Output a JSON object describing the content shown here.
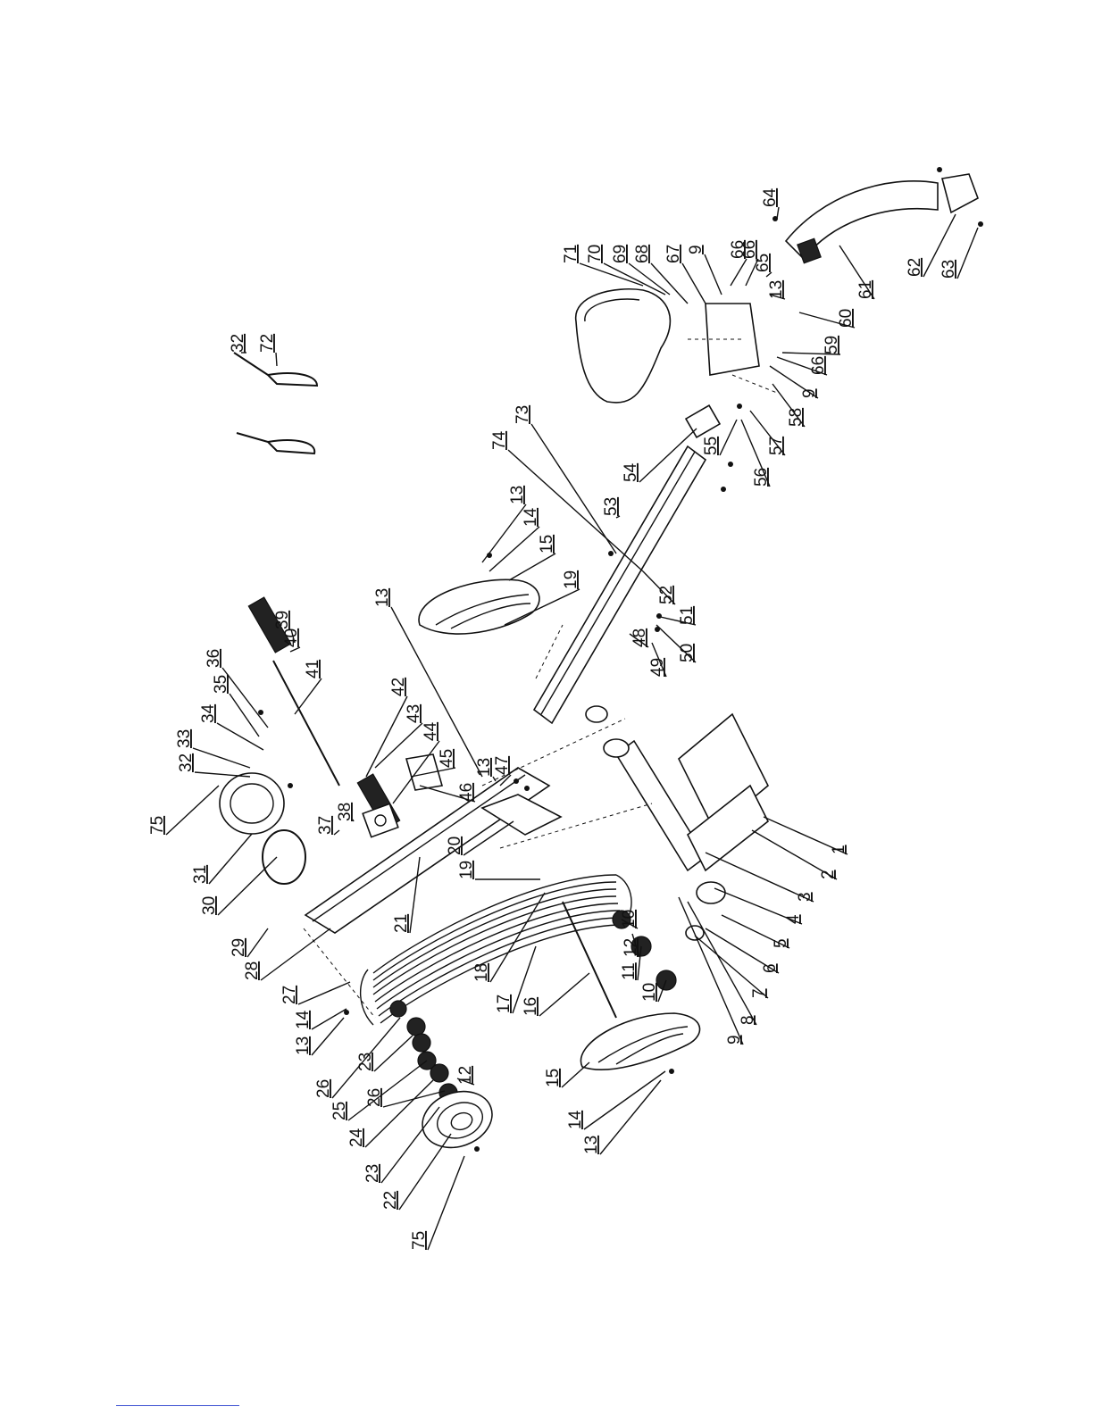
{
  "labels": [
    {
      "id": "p1",
      "text": "1"
    },
    {
      "id": "p2",
      "text": "2"
    },
    {
      "id": "p3",
      "text": "3"
    },
    {
      "id": "p4",
      "text": "4"
    },
    {
      "id": "p5",
      "text": "5"
    },
    {
      "id": "p6",
      "text": "6"
    },
    {
      "id": "p7",
      "text": "7"
    },
    {
      "id": "p8",
      "text": "8"
    },
    {
      "id": "p9a",
      "text": "9"
    },
    {
      "id": "p10a",
      "text": "10"
    },
    {
      "id": "p11",
      "text": "11"
    },
    {
      "id": "p12a",
      "text": "12"
    },
    {
      "id": "p10b",
      "text": "10"
    },
    {
      "id": "p12b",
      "text": "12"
    },
    {
      "id": "p13a",
      "text": "13"
    },
    {
      "id": "p14a",
      "text": "14"
    },
    {
      "id": "p15a",
      "text": "15"
    },
    {
      "id": "p16",
      "text": "16"
    },
    {
      "id": "p17",
      "text": "17"
    },
    {
      "id": "p18",
      "text": "18"
    },
    {
      "id": "p19a",
      "text": "19"
    },
    {
      "id": "p20",
      "text": "20"
    },
    {
      "id": "p21",
      "text": "21"
    },
    {
      "id": "p22",
      "text": "22"
    },
    {
      "id": "p23a",
      "text": "23"
    },
    {
      "id": "p24",
      "text": "24"
    },
    {
      "id": "p26a",
      "text": "26"
    },
    {
      "id": "p25",
      "text": "25"
    },
    {
      "id": "p23b",
      "text": "23"
    },
    {
      "id": "p26b",
      "text": "26"
    },
    {
      "id": "p13b",
      "text": "13"
    },
    {
      "id": "p14b",
      "text": "14"
    },
    {
      "id": "p27",
      "text": "27"
    },
    {
      "id": "p28",
      "text": "28"
    },
    {
      "id": "p29",
      "text": "29"
    },
    {
      "id": "p30",
      "text": "30"
    },
    {
      "id": "p31",
      "text": "31"
    },
    {
      "id": "p75a",
      "text": "75"
    },
    {
      "id": "p32a",
      "text": "32"
    },
    {
      "id": "p33",
      "text": "33"
    },
    {
      "id": "p34",
      "text": "34"
    },
    {
      "id": "p35",
      "text": "35"
    },
    {
      "id": "p36",
      "text": "36"
    },
    {
      "id": "p37",
      "text": "37"
    },
    {
      "id": "p38",
      "text": "38"
    },
    {
      "id": "p39",
      "text": "39"
    },
    {
      "id": "p40",
      "text": "40"
    },
    {
      "id": "p41",
      "text": "41"
    },
    {
      "id": "p42",
      "text": "42"
    },
    {
      "id": "p43",
      "text": "43"
    },
    {
      "id": "p44",
      "text": "44"
    },
    {
      "id": "p45",
      "text": "45"
    },
    {
      "id": "p46",
      "text": "46"
    },
    {
      "id": "p13c",
      "text": "13"
    },
    {
      "id": "p47",
      "text": "47"
    },
    {
      "id": "p13d",
      "text": "13"
    },
    {
      "id": "p14c",
      "text": "14"
    },
    {
      "id": "p15b",
      "text": "15"
    },
    {
      "id": "p19b",
      "text": "19"
    },
    {
      "id": "p48",
      "text": "48"
    },
    {
      "id": "p49",
      "text": "49"
    },
    {
      "id": "p50",
      "text": "50"
    },
    {
      "id": "p51",
      "text": "51"
    },
    {
      "id": "p52",
      "text": "52"
    },
    {
      "id": "p53",
      "text": "53"
    },
    {
      "id": "p74",
      "text": "74"
    },
    {
      "id": "p73",
      "text": "73"
    },
    {
      "id": "p54",
      "text": "54"
    },
    {
      "id": "p55",
      "text": "55"
    },
    {
      "id": "p56",
      "text": "56"
    },
    {
      "id": "p57",
      "text": "57"
    },
    {
      "id": "p58",
      "text": "58"
    },
    {
      "id": "p9b",
      "text": "9"
    },
    {
      "id": "p66a",
      "text": "66"
    },
    {
      "id": "p59",
      "text": "59"
    },
    {
      "id": "p60",
      "text": "60"
    },
    {
      "id": "p13e",
      "text": "13"
    },
    {
      "id": "p65",
      "text": "65"
    },
    {
      "id": "p66b",
      "text": "66"
    },
    {
      "id": "p66c",
      "text": "66"
    },
    {
      "id": "p9c",
      "text": "9"
    },
    {
      "id": "p67",
      "text": "67"
    },
    {
      "id": "p68",
      "text": "68"
    },
    {
      "id": "p69",
      "text": "69"
    },
    {
      "id": "p70",
      "text": "70"
    },
    {
      "id": "p71",
      "text": "71"
    },
    {
      "id": "p61",
      "text": "61"
    },
    {
      "id": "p62",
      "text": "62"
    },
    {
      "id": "p63",
      "text": "63"
    },
    {
      "id": "p64",
      "text": "64"
    },
    {
      "id": "p32b",
      "text": "32"
    },
    {
      "id": "p72",
      "text": "72"
    },
    {
      "id": "p75b",
      "text": "75"
    },
    {
      "id": "p13f",
      "text": "13"
    },
    {
      "id": "p14d",
      "text": "14"
    },
    {
      "id": "p15c",
      "text": "15"
    }
  ]
}
